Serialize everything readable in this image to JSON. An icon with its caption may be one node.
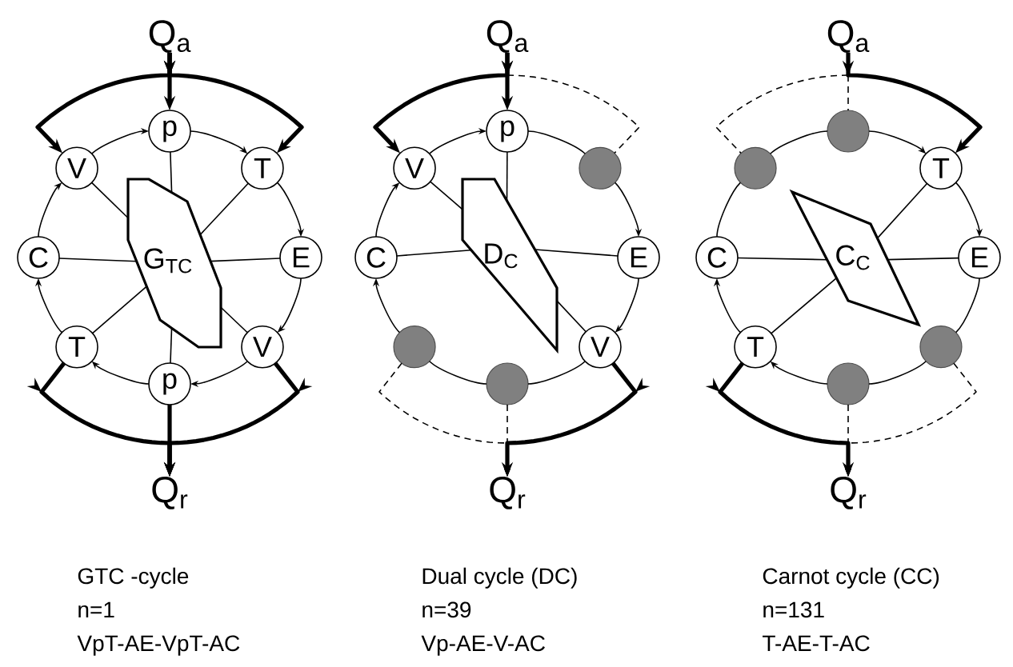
{
  "diagram": {
    "nodes": [
      {
        "text": [
          "Q$_{a}$"
        ]
      },
      {
        "text": [
          "p"
        ]
      },
      {
        "text": [
          "V"
        ]
      },
      {
        "text": [
          "T"
        ]
      },
      {
        "text": [
          "C"
        ]
      },
      {
        "text": [
          "G$_{TC}$"
        ]
      },
      {
        "text": [
          "E"
        ]
      },
      {
        "text": [
          "T"
        ]
      },
      {
        "text": [
          "V"
        ]
      },
      {
        "text": [
          "p"
        ]
      },
      {
        "text": [
          "Q$_{r}$"
        ]
      },
      {
        "text": [
          "Q$_{a}$"
        ]
      },
      {
        "text": [
          "p"
        ]
      },
      {
        "text": [
          "V"
        ]
      },
      {
        "text": [],
        "shape": "circle"
      },
      {
        "text": [
          "C"
        ]
      },
      {
        "text": [
          "D$_{C}$"
        ]
      },
      {
        "text": [
          "E"
        ]
      },
      {
        "text": [],
        "shape": "circle"
      },
      {
        "text": [
          "V"
        ]
      },
      {
        "text": [],
        "shape": "circle"
      },
      {
        "text": [
          "Q$_{r}$"
        ]
      },
      {
        "text": [
          "Q$_{a}$"
        ]
      },
      {
        "text": [],
        "shape": "circle"
      },
      {
        "text": [],
        "shape": "circle"
      },
      {
        "text": [
          "T"
        ]
      },
      {
        "text": [
          "C"
        ]
      },
      {
        "text": [
          "C$_{C}$"
        ]
      },
      {
        "text": [
          "E"
        ]
      },
      {
        "text": [
          "T"
        ]
      },
      {
        "text": [],
        "shape": "circle"
      },
      {
        "text": [],
        "shape": "circle"
      },
      {
        "text": [
          "Q$_{r}$"
        ]
      }
    ],
    "edges": [
      {
        "from": 1,
        "to": 3,
        "arrow": "to"
      },
      {
        "from": 3,
        "to": 6,
        "arrow": "to"
      },
      {
        "from": 6,
        "to": 8,
        "arrow": "to"
      },
      {
        "from": 8,
        "to": 9,
        "arrow": "to"
      },
      {
        "from": 9,
        "to": 7,
        "arrow": "to"
      },
      {
        "from": 7,
        "to": 4,
        "arrow": "to"
      },
      {
        "from": 4,
        "to": 2,
        "arrow": "to"
      },
      {
        "from": 2,
        "to": 1,
        "arrow": "to"
      },
      {
        "from": 1,
        "to": 5,
        "arrow": "none"
      },
      {
        "from": 2,
        "to": 5,
        "arrow": "none"
      },
      {
        "from": 3,
        "to": 5,
        "arrow": "none"
      },
      {
        "from": 4,
        "to": 5,
        "arrow": "none"
      },
      {
        "from": 6,
        "to": 5,
        "arrow": "none"
      },
      {
        "from": 7,
        "to": 5,
        "arrow": "none"
      },
      {
        "from": 8,
        "to": 5,
        "arrow": "none"
      },
      {
        "from": 9,
        "to": 5,
        "arrow": "none"
      },
      {
        "from": 0,
        "to": 2,
        "arrow": "to",
        "style": "thick"
      },
      {
        "from": 0,
        "to": 1,
        "arrow": "to",
        "style": "thick"
      },
      {
        "from": 0,
        "to": 3,
        "arrow": "to",
        "style": "thick"
      },
      {
        "from": 7,
        "to": 10,
        "arrow": "to",
        "style": "thick"
      },
      {
        "from": 9,
        "to": 10,
        "arrow": "to",
        "style": "thick"
      },
      {
        "from": 8,
        "to": 10,
        "arrow": "to",
        "style": "thick"
      },
      {
        "from": 12,
        "to": 14,
        "arrow": "none"
      },
      {
        "from": 14,
        "to": 17,
        "arrow": "to"
      },
      {
        "from": 17,
        "to": 19,
        "arrow": "to"
      },
      {
        "from": 19,
        "to": 20,
        "arrow": "none"
      },
      {
        "from": 20,
        "to": 18,
        "arrow": "none"
      },
      {
        "from": 18,
        "to": 15,
        "arrow": "to"
      },
      {
        "from": 15,
        "to": 13,
        "arrow": "to"
      },
      {
        "from": 13,
        "to": 12,
        "arrow": "to"
      },
      {
        "from": 12,
        "to": 16,
        "arrow": "none"
      },
      {
        "from": 13,
        "to": 16,
        "arrow": "none"
      },
      {
        "from": 15,
        "to": 16,
        "arrow": "none"
      },
      {
        "from": 17,
        "to": 16,
        "arrow": "none"
      },
      {
        "from": 19,
        "to": 16,
        "arrow": "none"
      },
      {
        "from": 11,
        "to": 13,
        "arrow": "to",
        "style": "thick"
      },
      {
        "from": 11,
        "to": 12,
        "arrow": "to",
        "style": "thick"
      },
      {
        "from": 11,
        "to": 14,
        "arrow": "none",
        "style": "dashed"
      },
      {
        "from": 18,
        "to": 21,
        "arrow": "to",
        "style": "dashed"
      },
      {
        "from": 20,
        "to": 21,
        "arrow": "to",
        "style": "dashed"
      },
      {
        "from": 19,
        "to": 21,
        "arrow": "to",
        "style": "thick"
      },
      {
        "from": 23,
        "to": 25,
        "arrow": "to"
      },
      {
        "from": 25,
        "to": 28,
        "arrow": "to"
      },
      {
        "from": 28,
        "to": 30,
        "arrow": "none"
      },
      {
        "from": 30,
        "to": 31,
        "arrow": "none"
      },
      {
        "from": 31,
        "to": 29,
        "arrow": "to"
      },
      {
        "from": 29,
        "to": 26,
        "arrow": "to"
      },
      {
        "from": 26,
        "to": 24,
        "arrow": "none"
      },
      {
        "from": 24,
        "to": 23,
        "arrow": "none"
      },
      {
        "from": 25,
        "to": 27,
        "arrow": "none"
      },
      {
        "from": 26,
        "to": 27,
        "arrow": "none"
      },
      {
        "from": 28,
        "to": 27,
        "arrow": "none"
      },
      {
        "from": 29,
        "to": 27,
        "arrow": "none"
      },
      {
        "from": 22,
        "to": 24,
        "arrow": "none",
        "style": "dashed"
      },
      {
        "from": 22,
        "to": 23,
        "arrow": "none",
        "style": "dashed"
      },
      {
        "from": 22,
        "to": 25,
        "arrow": "to",
        "style": "thick"
      },
      {
        "from": 29,
        "to": 32,
        "arrow": "to",
        "style": "thick"
      },
      {
        "from": 31,
        "to": 32,
        "arrow": "to",
        "style": "dashed"
      },
      {
        "from": 30,
        "to": 32,
        "arrow": "to",
        "style": "dashed"
      }
    ],
    "labels": [
      "GTC -cycle",
      "n=1",
      "VpT-AE-VpT-AC",
      "Dual cycle (DC)",
      "n=39",
      "Vp-AE-V-AC",
      "Carnot cycle (CC)",
      "n=131",
      "T-AE-T-AC"
    ]
  }
}
